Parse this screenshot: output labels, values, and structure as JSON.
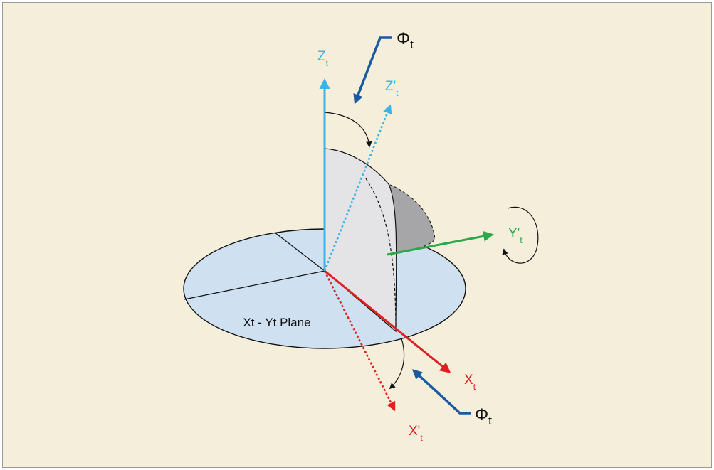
{
  "diagram": {
    "plane_label": "Xt - Yt Plane",
    "labels": {
      "z_axis": {
        "main": "Z",
        "sub": "t"
      },
      "z_prime_axis": {
        "main": "Z'",
        "sub": "t"
      },
      "y_prime_axis": {
        "main": "Y'",
        "sub": "t"
      },
      "x_axis": {
        "main": "X",
        "sub": "t"
      },
      "x_prime_axis": {
        "main": "X'",
        "sub": "t"
      },
      "phi_top": {
        "main": "Φ",
        "sub": "t"
      },
      "phi_bottom": {
        "main": "Φ",
        "sub": "t"
      }
    },
    "colors": {
      "background": "#f5eedb",
      "plane_fill": "#cfe0f0",
      "z_axis": "#3ab4e6",
      "x_axis": "#e02020",
      "y_axis": "#2aa84a",
      "phi_arrow": "#1a5aa0",
      "sector_light": "#e4e4e6",
      "sector_dark": "#a6a6a8"
    }
  }
}
